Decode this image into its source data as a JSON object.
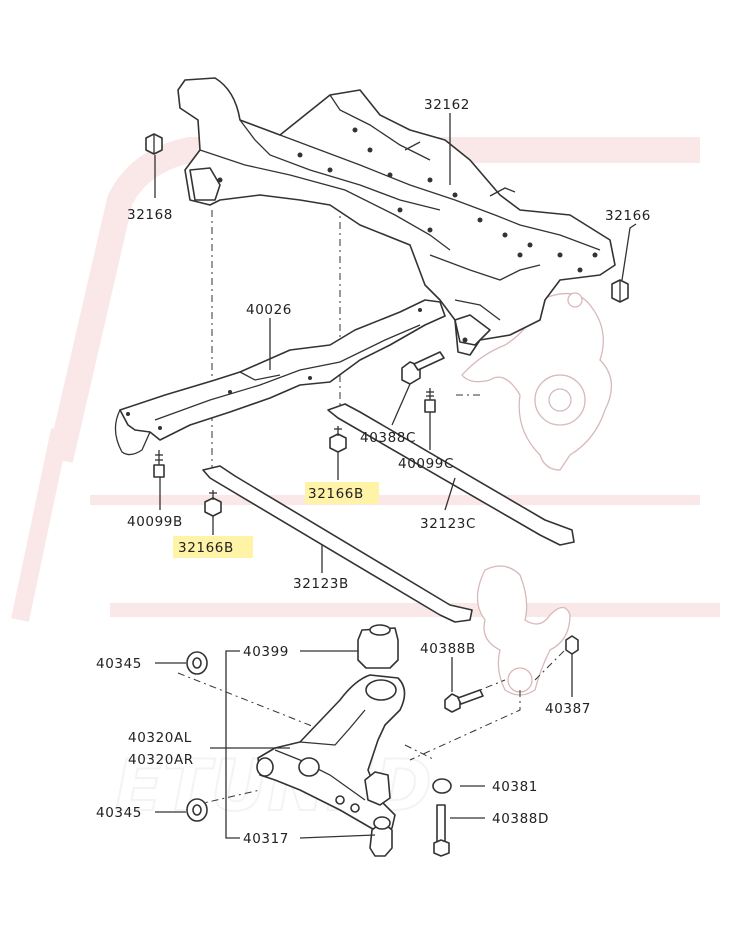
{
  "labels": {
    "p32162": "32162",
    "p32168": "32168",
    "p32166": "32166",
    "p40026": "40026",
    "p40388c": "40388C",
    "p40099c": "40099C",
    "p32166b_mid": "32166B",
    "p40099b": "40099B",
    "p32123c": "32123C",
    "p32166b_left": "32166B",
    "p32123b": "32123B",
    "p40345_top": "40345",
    "p40399": "40399",
    "p40388b": "40388B",
    "p40387": "40387",
    "p40320al": "40320AL",
    "p40320ar": "40320AR",
    "p40381": "40381",
    "p40345_bot": "40345",
    "p40388d": "40388D",
    "p40317": "40317"
  },
  "highlight_color": "#fff3a8",
  "watermark": "ETUNED"
}
